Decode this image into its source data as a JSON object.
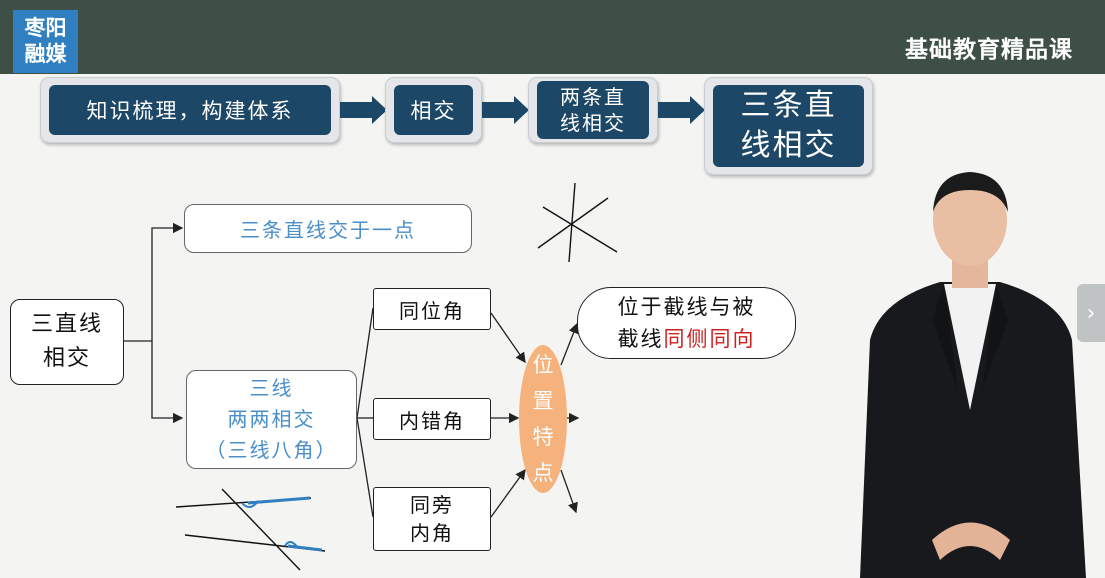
{
  "brand": {
    "logo_line1": "枣阳",
    "logo_line2": "融媒"
  },
  "header": {
    "course_title": "基础教育精品课"
  },
  "steps": {
    "s1": "知识梳理，构建体系",
    "s2": "相交",
    "s3_line1": "两条直",
    "s3_line2": "线相交",
    "s4_line1": "三条直",
    "s4_line2": "线相交"
  },
  "diagram": {
    "root_line1": "三直线",
    "root_line2": "相交",
    "branch_point": "三条直线交于一点",
    "branch_pair_line1": "三线",
    "branch_pair_line2": "两两相交",
    "branch_pair_line3": "（三线八角）",
    "angle1": "同位角",
    "angle2": "内错角",
    "angle3_line1": "同旁",
    "angle3_line2": "内角",
    "position_chars": [
      "位",
      "置",
      "特",
      "点"
    ],
    "feature_line1": "位于截线与被",
    "feature_line2_black": "截线",
    "feature_line2_red": "同侧同向"
  },
  "nav": {
    "next_icon": "chevron-right-icon"
  },
  "colors": {
    "header_bg": "#3e4f45",
    "step_fill": "#1c4766",
    "accent_orange": "#f5b27c",
    "highlight_red": "#d01f1f",
    "blue_text": "#4a8fc9"
  }
}
